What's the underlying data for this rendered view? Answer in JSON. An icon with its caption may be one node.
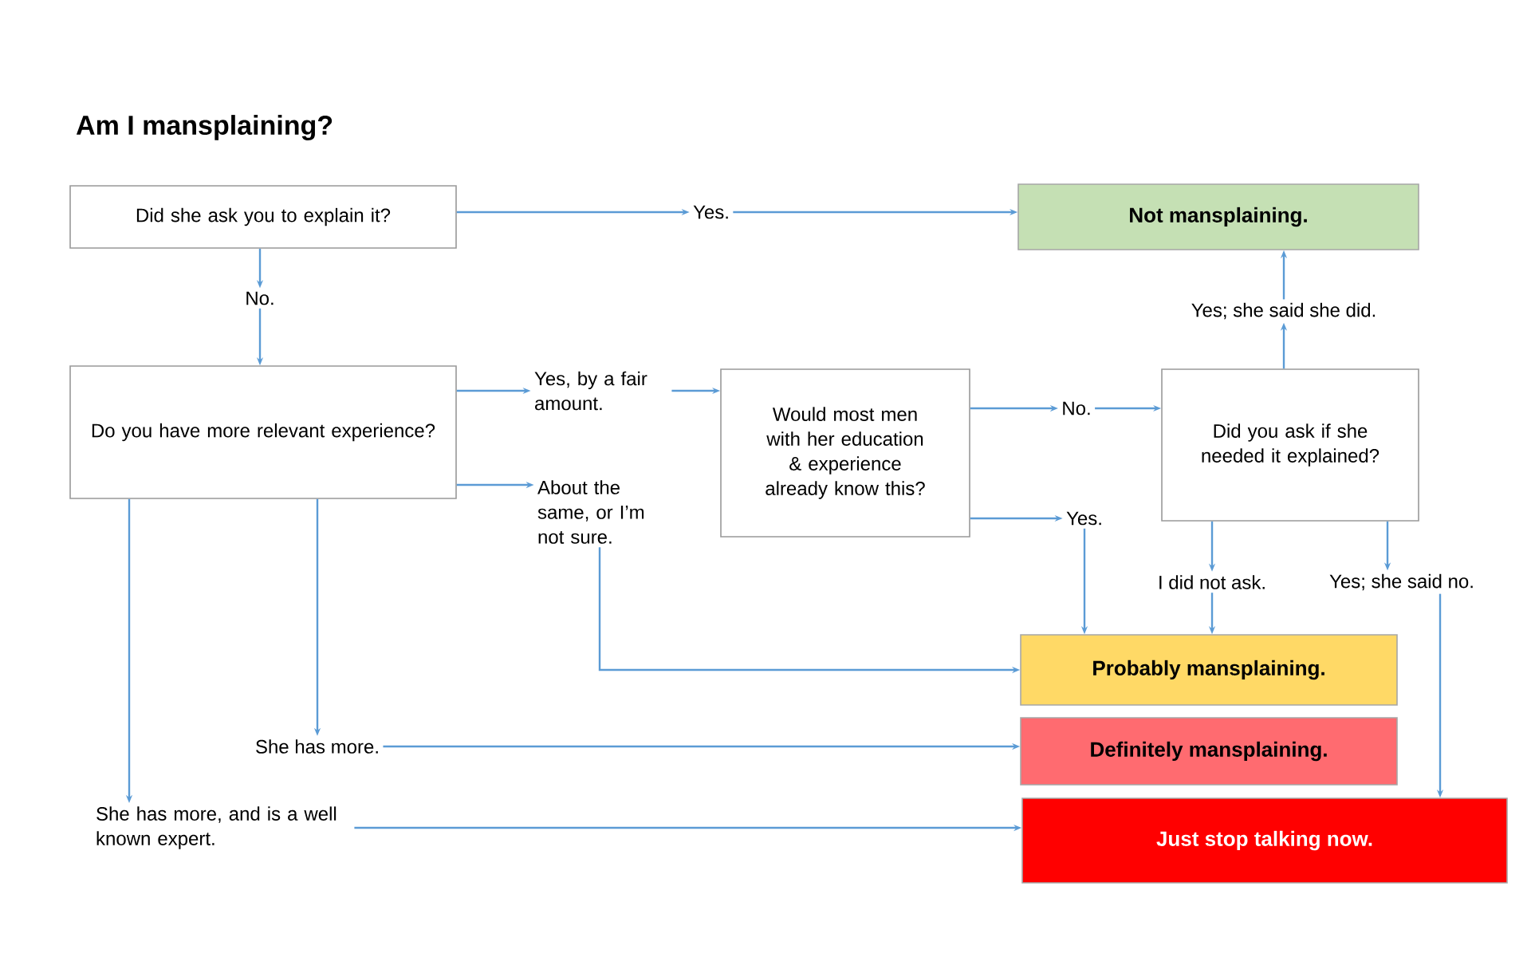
{
  "diagram": {
    "title": "Am I mansplaining?",
    "nodes": [
      {
        "text": [
          "Did she ask you to explain it?"
        ]
      },
      {
        "text": [
          "Yes."
        ]
      },
      {
        "text": [
          "Not mansplaining."
        ]
      },
      {
        "text": [
          "No."
        ]
      },
      {
        "text": [
          "Do you have more relevant experience?"
        ]
      },
      {
        "text": [
          "Yes, by a fair amount."
        ]
      },
      {
        "text": [
          "About the same, or I’m not sure."
        ]
      },
      {
        "text": [
          "Would most men with her education & experience already know this?"
        ]
      },
      {
        "text": [
          "No."
        ]
      },
      {
        "text": [
          "Yes; she said she did."
        ]
      },
      {
        "text": [
          "Did you ask if she needed it explained?"
        ]
      },
      {
        "text": [
          "Yes."
        ]
      },
      {
        "text": [
          "I did not ask."
        ]
      },
      {
        "text": [
          "Yes; she said no."
        ]
      },
      {
        "text": [
          "Probably mansplaining."
        ]
      },
      {
        "text": [
          "She has more."
        ]
      },
      {
        "text": [
          "Definitely mansplaining."
        ]
      },
      {
        "text": [
          "She has more, and is a well known expert."
        ]
      },
      {
        "text": [
          "Just stop talking now."
        ]
      }
    ],
    "edges": [
      {
        "from": 0,
        "to": 1,
        "arrow": "to"
      },
      {
        "from": 1,
        "to": 2,
        "arrow": "to"
      },
      {
        "from": 0,
        "to": 3,
        "arrow": "to"
      },
      {
        "from": 3,
        "to": 4,
        "arrow": "to"
      },
      {
        "from": 4,
        "to": 5,
        "arrow": "to"
      },
      {
        "from": 4,
        "to": 6,
        "arrow": "to"
      },
      {
        "from": 5,
        "to": 7,
        "arrow": "to"
      },
      {
        "from": 7,
        "to": 8,
        "arrow": "to"
      },
      {
        "from": 8,
        "to": 10,
        "arrow": "to"
      },
      {
        "from": 10,
        "to": 9,
        "arrow": "to"
      },
      {
        "from": 9,
        "to": 2,
        "arrow": "to"
      },
      {
        "from": 7,
        "to": 11,
        "arrow": "to"
      },
      {
        "from": 10,
        "to": 12,
        "arrow": "to"
      },
      {
        "from": 10,
        "to": 13,
        "arrow": "to"
      },
      {
        "from": 11,
        "to": 14,
        "arrow": "to"
      },
      {
        "from": 12,
        "to": 14,
        "arrow": "to"
      },
      {
        "from": 6,
        "to": 14,
        "arrow": "to"
      },
      {
        "from": 4,
        "to": 15,
        "arrow": "to"
      },
      {
        "from": 15,
        "to": 16,
        "arrow": "to"
      },
      {
        "from": 4,
        "to": 17,
        "arrow": "to"
      },
      {
        "from": 17,
        "to": 18,
        "arrow": "to"
      },
      {
        "from": 13,
        "to": 18,
        "arrow": "to"
      }
    ]
  }
}
